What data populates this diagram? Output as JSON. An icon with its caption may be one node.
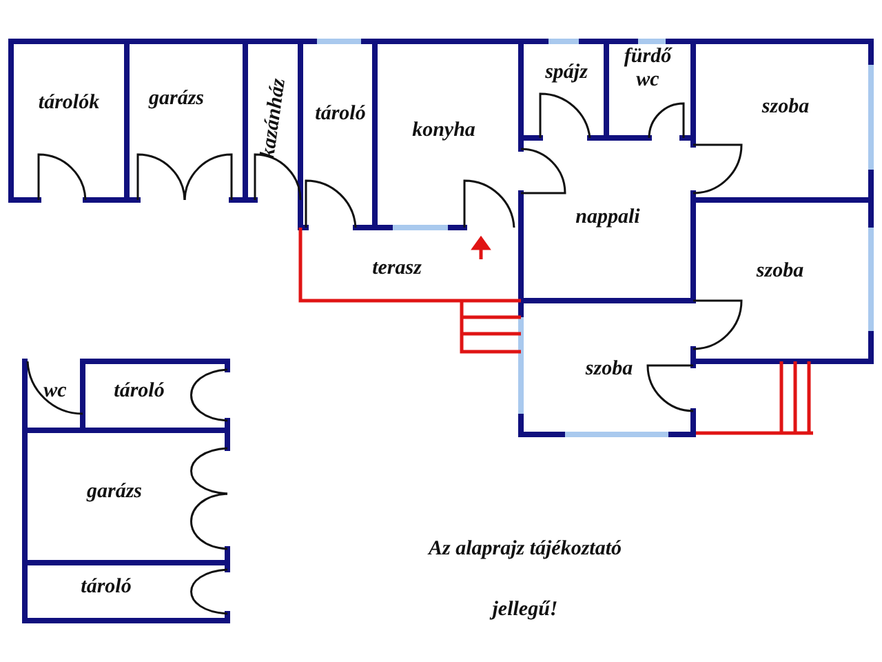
{
  "diagram": {
    "nodes": [
      {
        "text": [
          "tárolók"
        ]
      },
      {
        "text": [
          "garázs"
        ]
      },
      {
        "text": [
          "kazánház"
        ]
      },
      {
        "text": [
          "tároló"
        ]
      },
      {
        "text": [
          "konyha"
        ]
      },
      {
        "text": [
          "spájz"
        ]
      },
      {
        "text": [
          "fürdő wc"
        ]
      },
      {
        "text": [
          "szoba"
        ]
      },
      {
        "text": [
          "nappali"
        ]
      },
      {
        "text": [
          "szoba"
        ]
      },
      {
        "text": [
          "terasz"
        ]
      },
      {
        "text": [
          "szoba"
        ]
      },
      {
        "text": [
          "wc"
        ]
      },
      {
        "text": [
          "tároló"
        ]
      },
      {
        "text": [
          "garázs"
        ]
      },
      {
        "text": [
          "tároló"
        ]
      }
    ],
    "labels": [
      "Az alaprajz tájékoztató jellegű!"
    ]
  }
}
